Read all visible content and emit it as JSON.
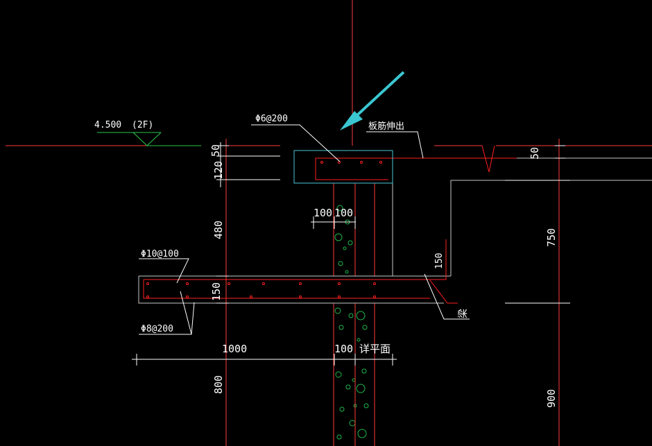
{
  "colors": {
    "background": "#000000",
    "concrete": "#ff3b3b",
    "rebar": "#ff2020",
    "beam": "#c8c8c8",
    "highlight": "#47c7d6",
    "arrow": "#3bc7d1",
    "level": "#29c74a",
    "hatch": "#1fb84a",
    "text": "#ffffff"
  },
  "level": {
    "elevation": "4.500",
    "floor": "(2F)"
  },
  "rebar_labels": {
    "top_bar": "Φ6@200",
    "main_bar": "Φ10@100",
    "dist_bar": "Φ8@200"
  },
  "notes": {
    "slab_ext": "板筋伸出",
    "beam": "梁",
    "detail_plan": "详平面"
  },
  "dimensions": {
    "left_50": "50",
    "left_120": "120",
    "left_480": "480",
    "left_150": "150",
    "left_800": "800",
    "mid_100_a": "100",
    "mid_100_b": "100",
    "bottom_1000": "1000",
    "bottom_100": "100",
    "right_50": "50",
    "right_750": "750",
    "right_900": "900",
    "beam_150": "150"
  }
}
